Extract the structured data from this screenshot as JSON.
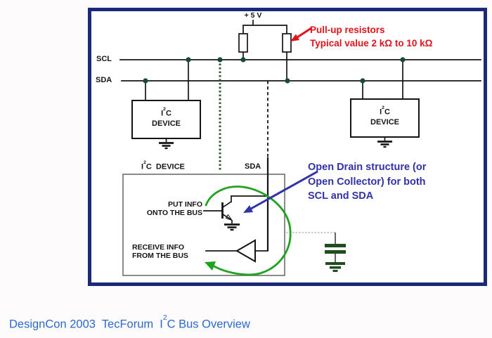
{
  "colors": {
    "border_navy": "#1b2a78",
    "wire_black": "#141414",
    "junction_green": "#1b4a32",
    "dotted_green": "#2f5a2f",
    "annotation_red": "#e2121b",
    "annotation_blue": "#3232a8",
    "annotation_green": "#1fa31f",
    "capacitor_green": "#1e4d1e",
    "caption_blue": "#2a6ace",
    "inner_box_gray": "#6e6e6e"
  },
  "diagram": {
    "power_label": "+ 5 V",
    "scl_label": "SCL",
    "sda_label": "SDA",
    "pullup_note": {
      "line1": "Pull-up resistors",
      "line2": "Typical value 2 kΩ to 10 kΩ"
    },
    "device_label": {
      "pre": "I",
      "sup": "2",
      "post": "C",
      "name": "DEVICE"
    },
    "lower_device": {
      "title_pre": "I",
      "title_sup": "2",
      "title_post": "C  DEVICE",
      "sda_pin_label": "SDA",
      "put_info_line1": "PUT INFO",
      "put_info_line2": "ONTO THE BUS",
      "receive_line1": "RECEIVE INFO",
      "receive_line2": "FROM THE BUS"
    },
    "open_drain_note": {
      "line1": "Open Drain structure (or",
      "line2": "Open Collector) for both",
      "line3": "SCL and SDA"
    }
  },
  "caption": {
    "pre": "DesignCon 2003  TecForum  I",
    "sup": "2",
    "post": "C Bus Overview"
  }
}
